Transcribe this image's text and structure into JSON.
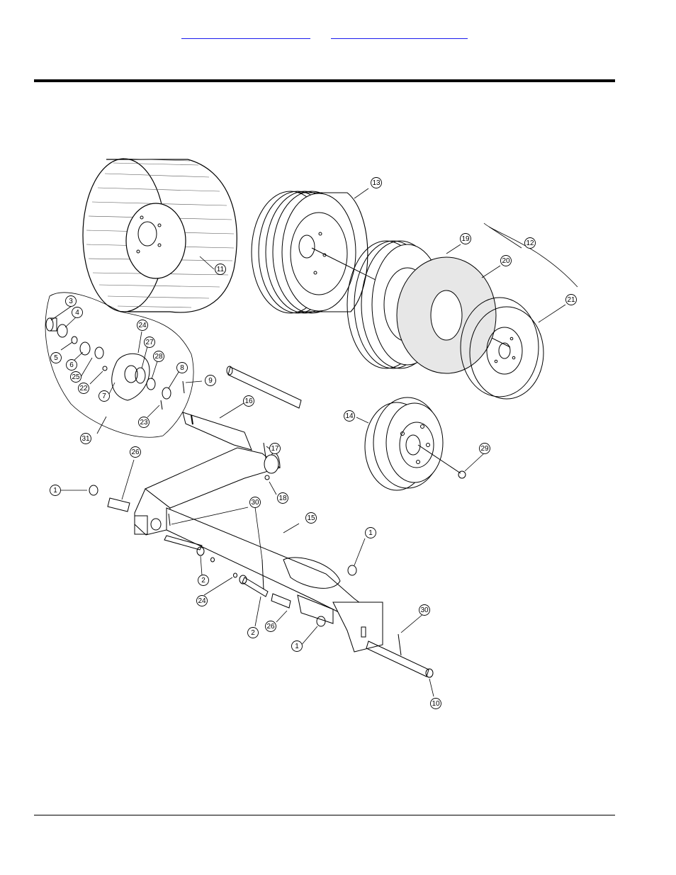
{
  "header": {
    "links": [
      {
        "text": ""
      },
      {
        "text": ""
      }
    ]
  },
  "diagram": {
    "callouts": [
      {
        "label": "1"
      },
      {
        "label": "1"
      },
      {
        "label": "1"
      },
      {
        "label": "2"
      },
      {
        "label": "2"
      },
      {
        "label": "3"
      },
      {
        "label": "4"
      },
      {
        "label": "5"
      },
      {
        "label": "6"
      },
      {
        "label": "7"
      },
      {
        "label": "8"
      },
      {
        "label": "9"
      },
      {
        "label": "10"
      },
      {
        "label": "11"
      },
      {
        "label": "12"
      },
      {
        "label": "13"
      },
      {
        "label": "14"
      },
      {
        "label": "15"
      },
      {
        "label": "16"
      },
      {
        "label": "17"
      },
      {
        "label": "18"
      },
      {
        "label": "19"
      },
      {
        "label": "20"
      },
      {
        "label": "21"
      },
      {
        "label": "22"
      },
      {
        "label": "23"
      },
      {
        "label": "24"
      },
      {
        "label": "24"
      },
      {
        "label": "25"
      },
      {
        "label": "26"
      },
      {
        "label": "26"
      },
      {
        "label": "27"
      },
      {
        "label": "28"
      },
      {
        "label": "29"
      },
      {
        "label": "30"
      },
      {
        "label": "30"
      },
      {
        "label": "31"
      }
    ]
  }
}
